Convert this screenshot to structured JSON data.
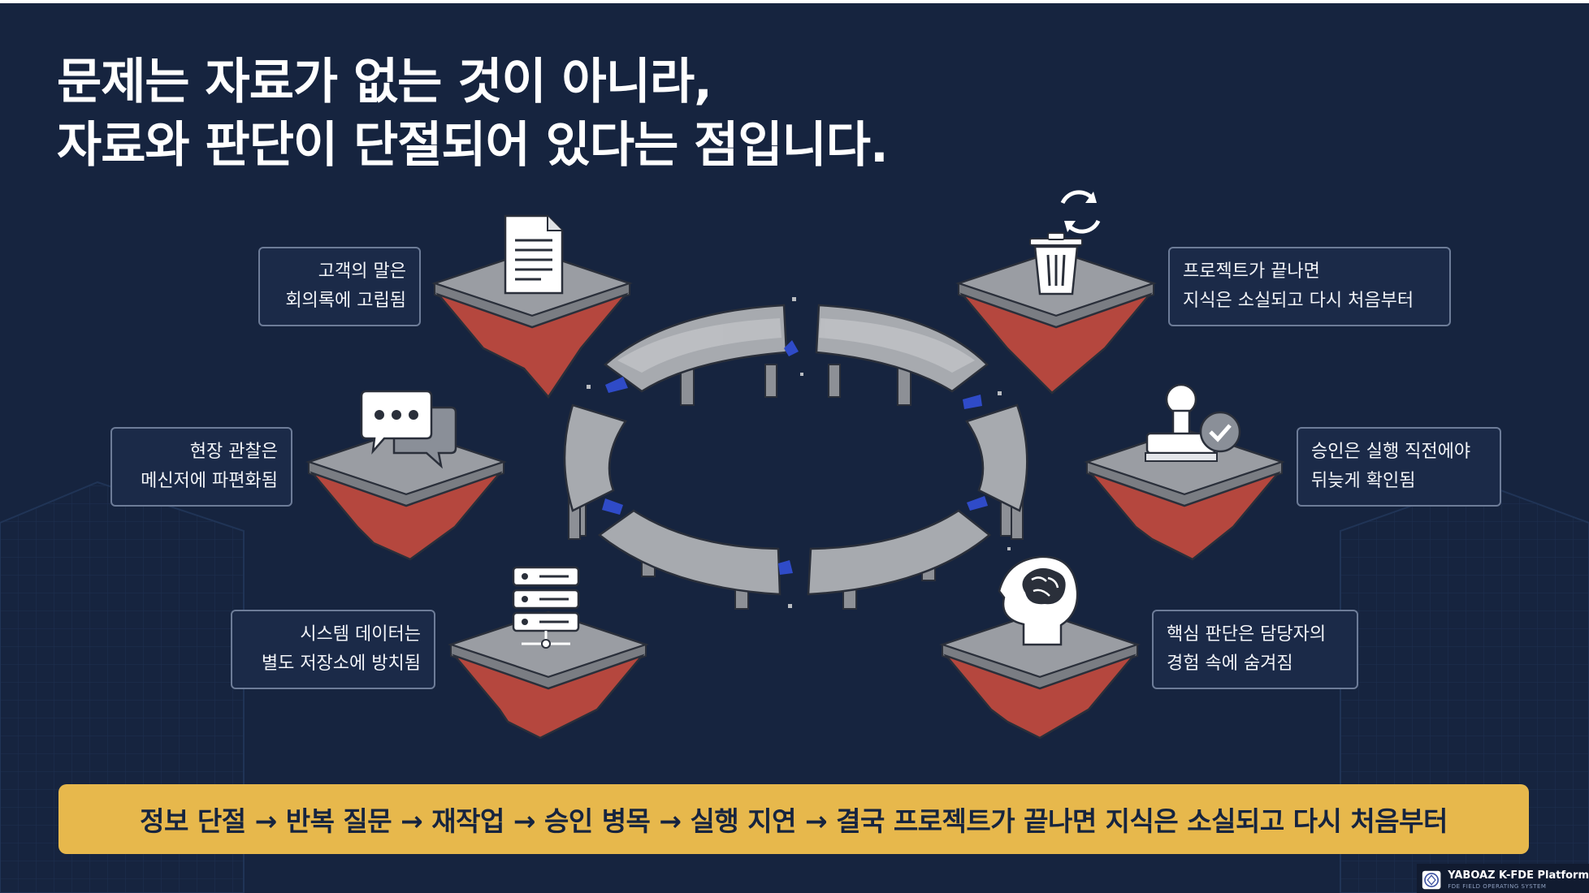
{
  "title": {
    "line1": "문제는 자료가 없는 것이 아니라,",
    "line2": "자료와 판단이 단절되어 있다는 점입니다."
  },
  "fragments": [
    {
      "line1": "고객의 말은",
      "line2": "회의록에 고립됨",
      "icon": "document-icon"
    },
    {
      "line1": "현장 관찰은",
      "line2": "메신저에 파편화됨",
      "icon": "chat-bubble-icon"
    },
    {
      "line1": "시스템 데이터는",
      "line2": "별도 저장소에 방치됨",
      "icon": "server-icon"
    },
    {
      "line1": "프로젝트가 끝나면",
      "line2": "지식은 소실되고 다시 처음부터",
      "icon": "trash-recycle-icon"
    },
    {
      "line1": "승인은 실행 직전에야",
      "line2": "뒤늦게 확인됨",
      "icon": "stamp-approval-icon"
    },
    {
      "line1": "핵심 판단은 담당자의",
      "line2": "경험 속에 숨겨짐",
      "icon": "head-brain-icon"
    }
  ],
  "banner": {
    "text": "정보 단절 → 반복 질문 → 재작업 → 승인 병목 → 실행 지연 → 결국 프로젝트가 끝나면 지식은 소실되고 다시 처음부터"
  },
  "footer": {
    "title": "YABOAZ K-FDE Platform",
    "subtitle": "FDE FIELD OPERATING SYSTEM"
  },
  "colors": {
    "background": "#16243f",
    "banner": "#e7b84c",
    "platform_top": "#9a9da3",
    "platform_red": "#b5473e",
    "bridge_crack_blue": "#2f4bc8"
  }
}
